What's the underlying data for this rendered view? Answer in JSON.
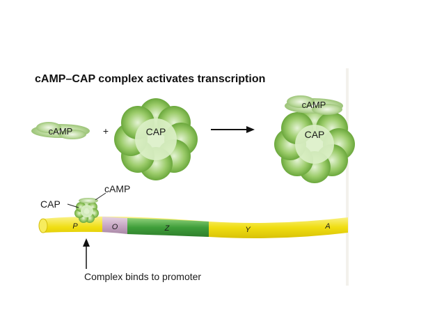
{
  "title": "cAMP–CAP complex activates transcription",
  "labels": {
    "camp_free": "cAMP",
    "plus": "+",
    "cap_free": "CAP",
    "camp_complex": "cAMP",
    "cap_complex": "CAP",
    "cap_on_dna": "CAP",
    "camp_on_dna": "cAMP",
    "caption": "Complex binds to promoter"
  },
  "dna_regions": [
    "P",
    "O",
    "Z",
    "Y",
    "A"
  ],
  "colors": {
    "flower": "#6fae3a",
    "flower_light": "#d8edc2",
    "dna_yellow": "#f2e11a",
    "dna_operator": "#c9a7c4",
    "dna_z": "#3f9e3a"
  }
}
